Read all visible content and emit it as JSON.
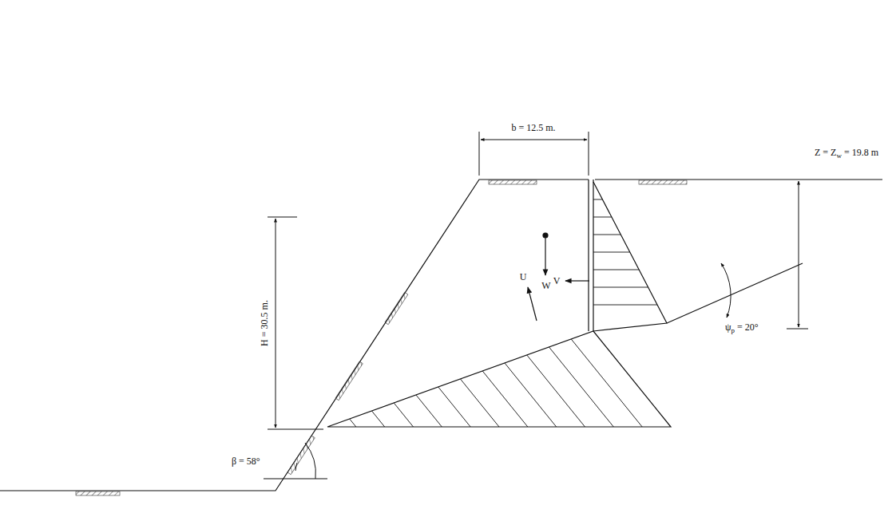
{
  "diagram": {
    "labels": [
      "b = 12.5 m.",
      "H = 30.5 m.",
      "Z = Z",
      "w",
      "= 19.8 m",
      "W",
      "V",
      "U",
      "ψ",
      "p",
      "= 20°",
      "β = 58°"
    ]
  }
}
